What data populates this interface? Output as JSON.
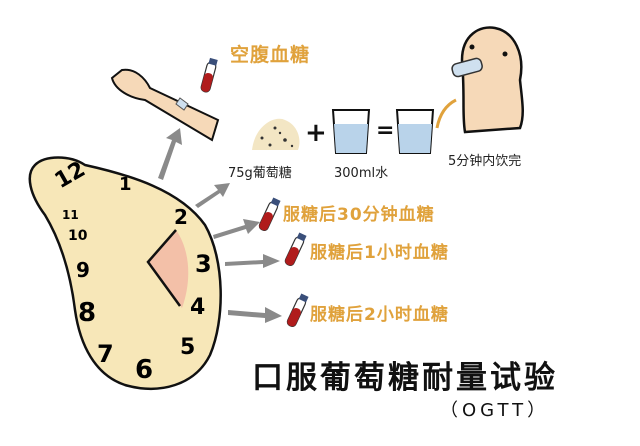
{
  "title": "口服葡萄糖耐量试验",
  "subtitle": "（OGTT）",
  "colors": {
    "label_orange": "#e0a23c",
    "arrow_gray": "#8a8a8a",
    "clock_face": "#f7e7b8",
    "clock_sector": "#f2b9a4",
    "tube_blood": "#b01c1c",
    "tube_cap": "#3a4f7a",
    "skin": "#f6d9b8",
    "water": "#b9d3ea"
  },
  "steps": [
    {
      "label": "空腹血糖",
      "icon": "blood-tube-icon"
    },
    {
      "label": "服糖后30分钟血糖",
      "icon": "blood-tube-icon"
    },
    {
      "label": "服糖后1小时血糖",
      "icon": "blood-tube-icon"
    },
    {
      "label": "服糖后2小时血糖",
      "icon": "blood-tube-icon"
    }
  ],
  "preparation": {
    "glucose_label": "75g葡萄糖",
    "plus": "+",
    "water_label": "300ml水",
    "equals": "=",
    "drink_label": "5分钟内饮完"
  },
  "clock": {
    "numbers": [
      "12",
      "1",
      "2",
      "3",
      "4",
      "5",
      "6",
      "7",
      "8",
      "9",
      "10",
      "11"
    ],
    "highlighted_range": "2 to 4"
  }
}
